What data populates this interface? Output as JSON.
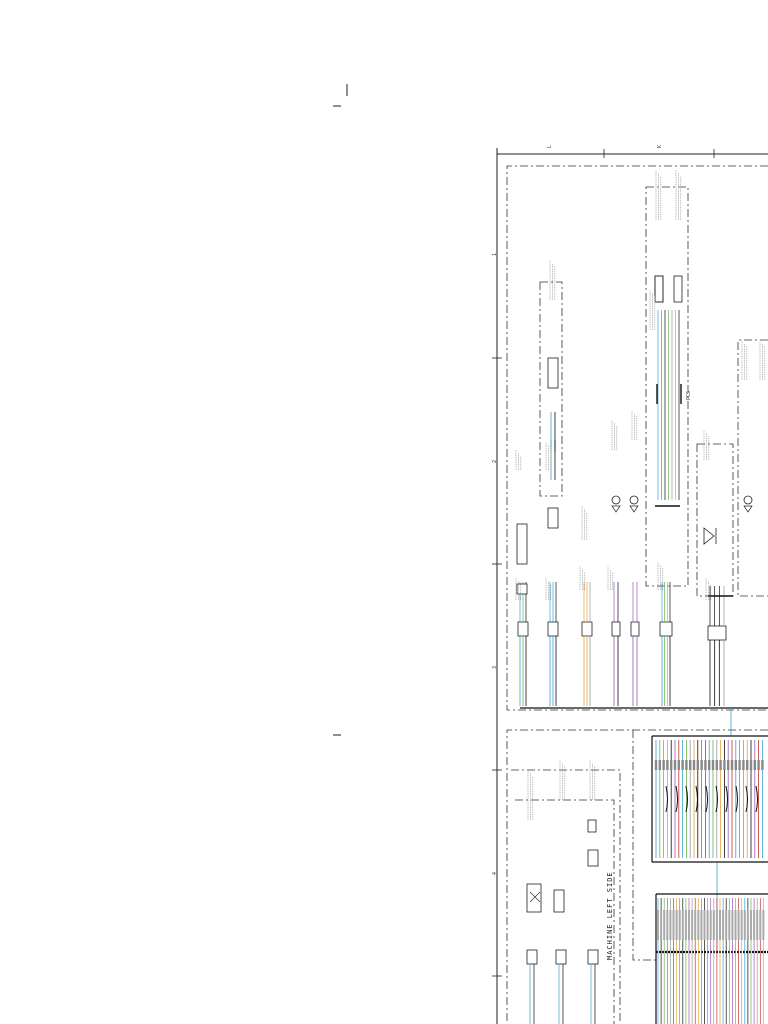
{
  "diagram": {
    "grid_columns": [
      "L",
      "K"
    ],
    "grid_rows": [
      "1",
      "2",
      "3",
      "4"
    ],
    "zone_labels": {
      "pcs": "PCS",
      "machine_left_side": "MACHINE LEFT SIDE"
    }
  },
  "colors": {
    "line": "#222222",
    "dash": "#333333",
    "wire_blue": "#3aa0d8",
    "wire_purple": "#9b59b6",
    "wire_orange": "#e6a23c",
    "wire_green": "#6ab04c",
    "wire_red": "#c0392b",
    "wire_black": "#111111"
  }
}
